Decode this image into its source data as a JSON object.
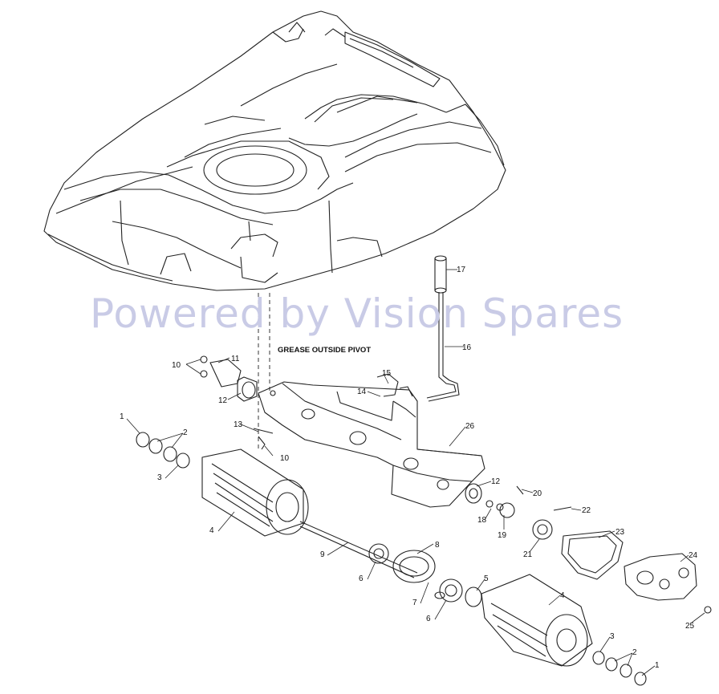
{
  "watermark": "Powered by Vision Spares",
  "note": "GREASE OUTSIDE PIVOT",
  "callouts": [
    "1",
    "2",
    "3",
    "4",
    "9",
    "6",
    "7",
    "8",
    "5",
    "6",
    "4",
    "3",
    "2",
    "1",
    "10",
    "11",
    "12",
    "13",
    "10",
    "14",
    "15",
    "16",
    "17",
    "26",
    "12",
    "20",
    "22",
    "18",
    "19",
    "21",
    "23",
    "24",
    "25"
  ]
}
